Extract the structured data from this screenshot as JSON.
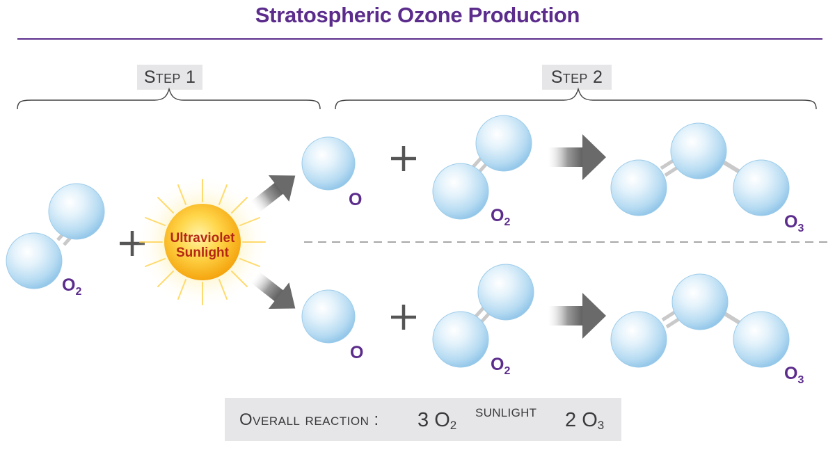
{
  "title": "Stratospheric Ozone Production",
  "steps": {
    "step1": "Step 1",
    "step2": "Step 2"
  },
  "sun_label": {
    "line1": "Ultraviolet",
    "line2": "Sunlight"
  },
  "molecules": {
    "o2": {
      "symbol": "O",
      "subscript": "2"
    },
    "o": {
      "symbol": "O"
    },
    "o3": {
      "symbol": "O",
      "subscript": "3"
    }
  },
  "operators": {
    "plus": "+"
  },
  "overall": {
    "label": "Overall reaction :",
    "reactant_coef": "3",
    "reactant_symbol": "O",
    "reactant_sub": "2",
    "condition": "SUNLIGHT",
    "product_coef": "2",
    "product_symbol": "O",
    "product_sub": "3"
  },
  "colors": {
    "title": "#5b2c8c",
    "label": "#5b2c8c",
    "sun_text": "#b42615",
    "atom": "#bfe0f3",
    "step_bg": "#e6e6e8"
  }
}
